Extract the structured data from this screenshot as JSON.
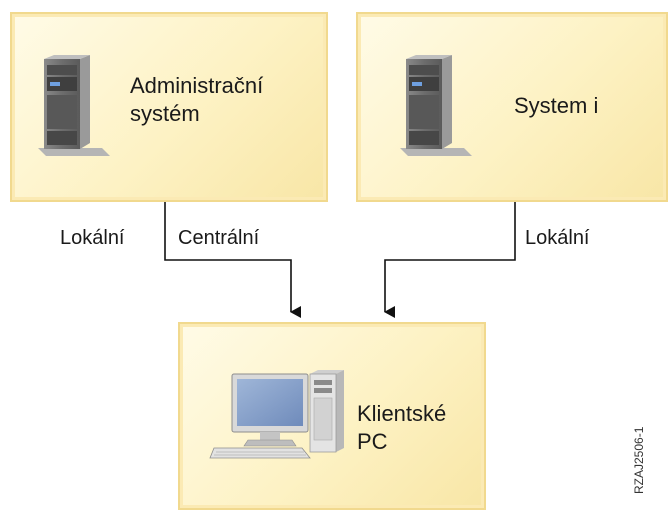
{
  "nodes": {
    "admin": {
      "label_line1": "Administrační",
      "label_line2": "systém",
      "icon": "server-tower-icon"
    },
    "systemi": {
      "label": "System i",
      "icon": "server-tower-icon"
    },
    "client": {
      "label_line1": "Klientské",
      "label_line2": "PC",
      "icon": "desktop-pc-icon"
    }
  },
  "connections": {
    "admin_left_label": "Lokální",
    "admin_right_label": "Centrální",
    "systemi_label": "Lokální"
  },
  "figure_code": "RZAJ2506-1",
  "colors": {
    "box_fill": "#fdf2c4",
    "box_border": "#f1d98e",
    "line": "#111111"
  }
}
